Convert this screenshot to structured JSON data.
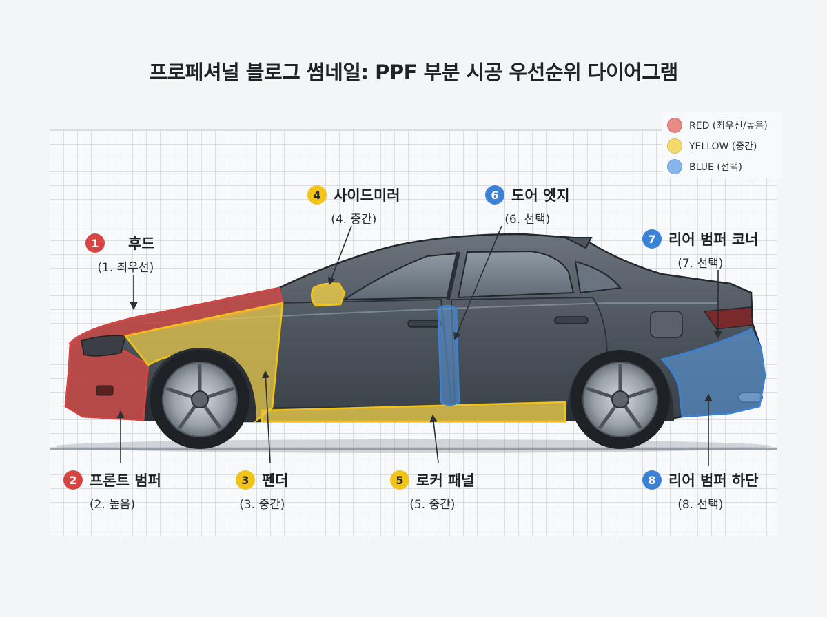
{
  "title": "프로페셔널 블로그 썸네일: PPF 부분 시공 우선순위 다이어그램",
  "colors": {
    "red": "#d64541",
    "yellow": "#f2c318",
    "blue": "#3b82d6",
    "red_fill": "#c94a46",
    "yellow_fill": "#e6c84a",
    "blue_fill": "#5b9be0"
  },
  "legend": [
    {
      "label": "RED (최우선/높음)",
      "color": "#e88a86"
    },
    {
      "label": "YELLOW (중간)",
      "color": "#f5da6b"
    },
    {
      "label": "BLUE (선택)",
      "color": "#86b6ec"
    }
  ],
  "parts": [
    {
      "num": "1",
      "name": "후드",
      "priority": "(1. 최우선)",
      "level": "red"
    },
    {
      "num": "2",
      "name": "프론트 범퍼",
      "priority": "(2. 높음)",
      "level": "red"
    },
    {
      "num": "3",
      "name": "펜더",
      "priority": "(3. 중간)",
      "level": "yellow"
    },
    {
      "num": "4",
      "name": "사이드미러",
      "priority": "(4. 중간)",
      "level": "yellow"
    },
    {
      "num": "5",
      "name": "로커 패널",
      "priority": "(5. 중간)",
      "level": "yellow"
    },
    {
      "num": "6",
      "name": "도어 엣지",
      "priority": "(6. 선택)",
      "level": "blue"
    },
    {
      "num": "7",
      "name": "리어 범퍼 코너",
      "priority": "(7. 선택)",
      "level": "blue"
    },
    {
      "num": "8",
      "name": "리어 범퍼 하단",
      "priority": "(8. 선택)",
      "level": "blue"
    }
  ]
}
